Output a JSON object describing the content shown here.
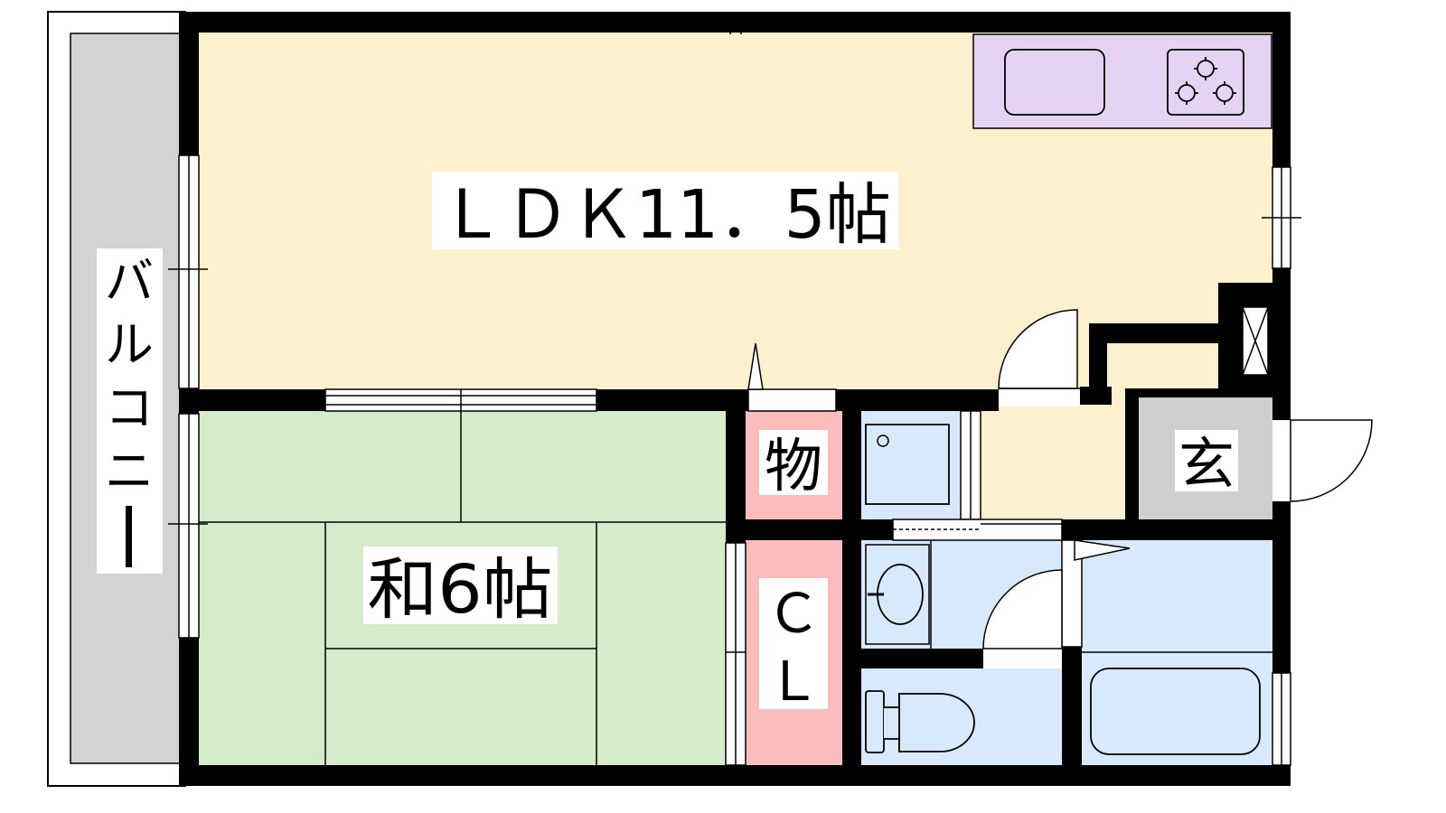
{
  "rooms": {
    "ldk": "ＬＤＫ11．5帖",
    "washitsu": "和6帖",
    "storage": "物",
    "closet_top": "Ｃ",
    "closet_bottom": "Ｌ",
    "entrance": "玄"
  },
  "balcony": {
    "chars": [
      "バ",
      "ル",
      "コ",
      "ニ",
      "ー"
    ]
  },
  "colors": {
    "ldk": "#fdf0cf",
    "washitsu": "#d4ebcc",
    "storage_closet": "#fbbcbc",
    "wet_area": "#d8e9fb",
    "entrance": "#cfcfcf",
    "balcony": "#d3d3d3",
    "kitchen_counter": "#e6d3f3",
    "wall": "#000000"
  },
  "icons": [
    "kitchen-sink-icon",
    "three-burner-stove-icon",
    "washing-machine-pan-icon",
    "wash-basin-icon",
    "toilet-icon",
    "bathtub-icon",
    "shoe-cabinet-icon"
  ]
}
